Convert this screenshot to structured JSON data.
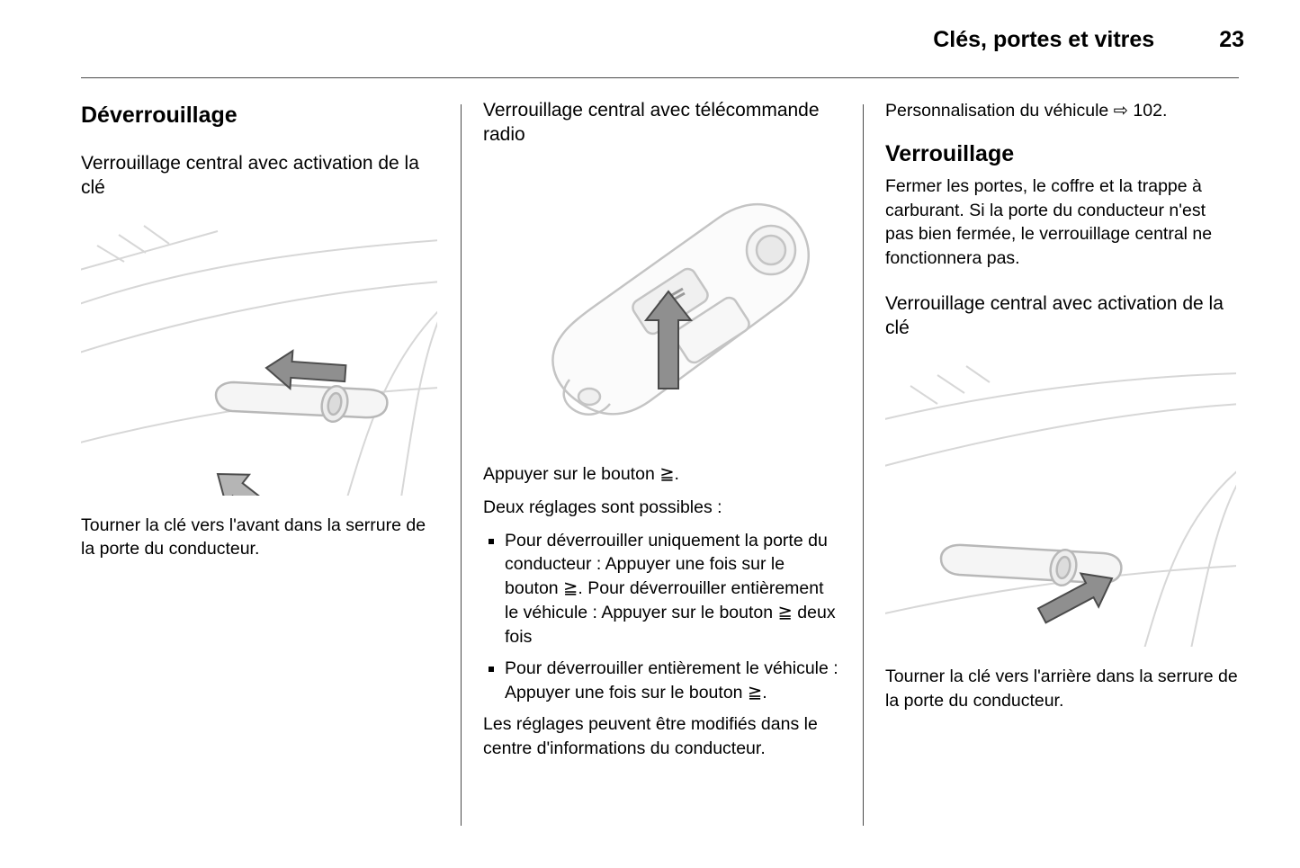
{
  "header": {
    "title": "Clés, portes et vitres",
    "page_number": "23"
  },
  "col1": {
    "heading": "Déverrouillage",
    "subheading": "Verrouillage central avec activation de la clé",
    "illustration": "front-door-handle-key-unlock",
    "caption": "Tourner la clé vers l'avant dans la serrure de la porte du conducteur."
  },
  "col2": {
    "subheading": "Verrouillage central avec télécommande radio",
    "illustration": "radio-remote-control-unlock-button",
    "para_button": "Appuyer sur le bouton ≧.",
    "para_settings": "Deux réglages sont possibles :",
    "bullets": [
      "Pour déverrouiller uniquement la porte du conducteur : Appuyer une fois sur le bouton ≧. Pour déverrouiller entièrement le véhicule : Appuyer sur le bouton ≧ deux fois",
      "Pour déverrouiller entièrement le véhicule : Appuyer une fois sur le bouton ≧."
    ],
    "para_modify": "Les réglages peuvent être modifiés dans le centre d'informations du conducteur."
  },
  "col3": {
    "ref": "Personnalisation du véhicule ⇨ 102.",
    "heading": "Verrouillage",
    "para": "Fermer les portes, le coffre et la trappe à carburant. Si la porte du conducteur n'est pas bien fermée, le verrouillage central ne fonctionnera pas.",
    "subheading": "Verrouillage central avec activation de la clé",
    "illustration": "rear-door-handle-key-lock",
    "caption": "Tourner la clé vers l'arrière dans la serrure de la porte du conducteur."
  }
}
